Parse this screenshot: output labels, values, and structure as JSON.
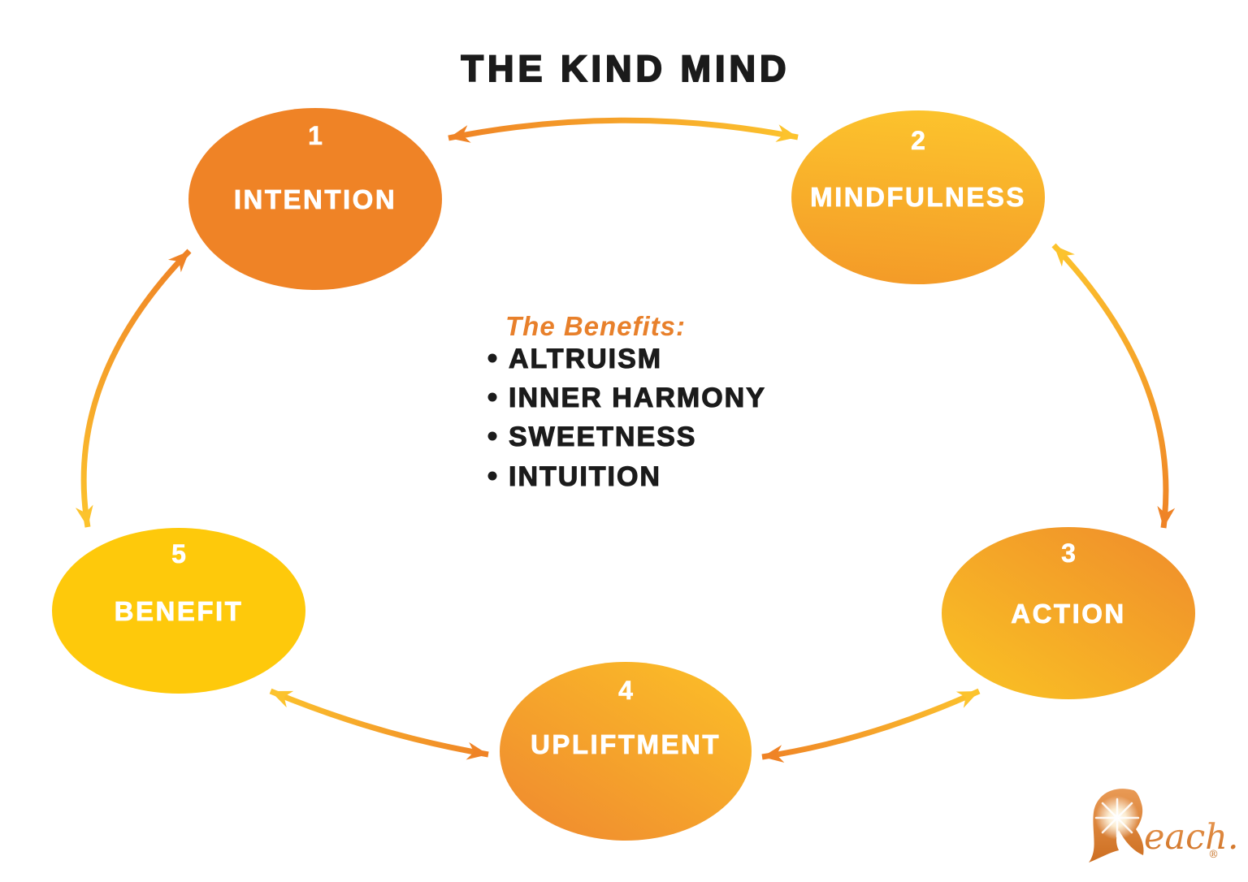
{
  "title": "THE KIND MIND",
  "benefits": {
    "heading": "The Benefits:",
    "items": [
      "ALTRUISM",
      "INNER HARMONY",
      "SWEETNESS",
      "INTUITION"
    ]
  },
  "nodes": [
    {
      "number": "1",
      "label": "INTENTION"
    },
    {
      "number": "2",
      "label": "MINDFULNESS"
    },
    {
      "number": "3",
      "label": "ACTION"
    },
    {
      "number": "4",
      "label": "UPLIFTMENT"
    },
    {
      "number": "5",
      "label": "BENEFIT"
    }
  ],
  "connections": [
    "1↔2",
    "2↔3",
    "3↔4",
    "4↔5",
    "5↔1"
  ],
  "logo": {
    "brand": "Reach",
    "script": "each.",
    "reg": "®"
  },
  "colors": {
    "intention_orange": "#EF8326",
    "benefit_yellow": "#FEC90B",
    "mindfulness_top": "#FCC32D",
    "mindfulness_bottom": "#F49B28",
    "action_top": "#F0902B",
    "action_bottom": "#F9BE24",
    "upliftment_top": "#FBBC28",
    "upliftment_bottom": "#F08D2F",
    "arrow_orange": "#EF8326",
    "arrow_yellow": "#FCC32D",
    "heading_orange": "#E8802B",
    "text_black": "#1B1B1B",
    "node_text_white": "#FFFFFF"
  }
}
